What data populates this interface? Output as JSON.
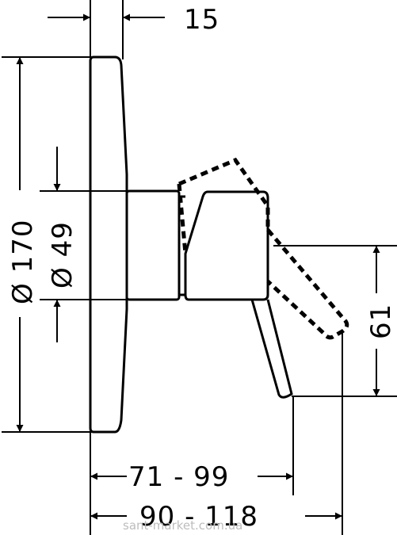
{
  "dimensions": {
    "top_offset": "15",
    "height_total": "Ø 170",
    "diameter_inner": "Ø 49",
    "lever_height": "61",
    "lever_reach": "71 - 99",
    "overall_reach": "90 - 118"
  },
  "watermark": "sant-market.com.ua",
  "colors": {
    "line": "#000000",
    "background": "#ffffff",
    "watermark": "#bdbdbd"
  }
}
